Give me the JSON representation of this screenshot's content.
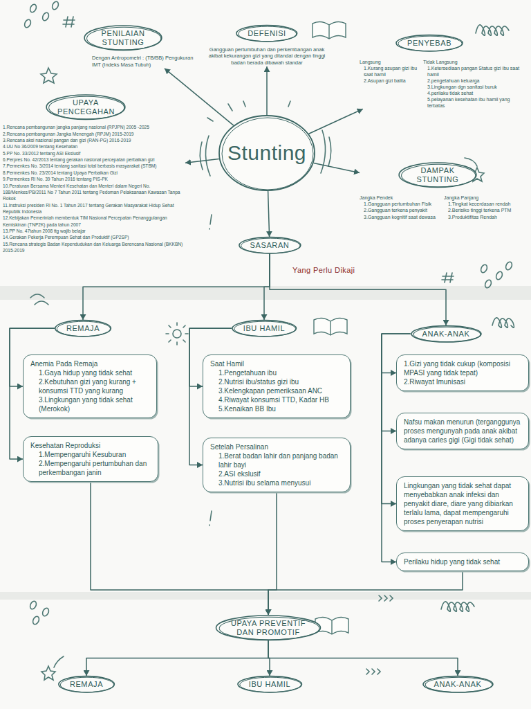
{
  "diagram": {
    "nodes": [
      {
        "text": [
          "Stunting"
        ]
      },
      {
        "text": [
          "PENILAIAN STUNTING",
          "Dengan Antropometri : (TB/BB) Pengukuran IMT (Indeks Masa Tubuh)"
        ]
      },
      {
        "text": [
          "DEFENISI",
          "Gangguan pertumbuhan dan perkembangan anak akibat kekurangan gizi yang ditandai dengan tinggi badan berada dibawah standar"
        ]
      },
      {
        "text": [
          "PENYEBAB",
          "Langsung",
          "1.Kurang asupan gizi ibu saat hamil",
          "2.Asupan gizi balita",
          "Tidak Langsung",
          "1.Ketersediaan pangan Status gizi ibu saat hamil",
          "2.pengetahuan keluarga",
          "3.Lingkungan dgn sanitasi buruk",
          "4.perilaku tidak sehat",
          "5.pelayanan kesehatan ibu hamil yang terbatas"
        ]
      },
      {
        "text": [
          "UPAYA PENCEGAHAN",
          "1.Rencana pembangunan jangka panjang nasional (RPJPN) 2005 -2025",
          "2.Rencana pembangunan Jangka Menengah (RPJM) 2015-2019",
          "3.Rencana aksi nasional pangan dan gizi (RAN-PG) 2016-2019",
          "4.UU No 36/2009 tentang Kesehatan",
          "5.PP No. 33/2012 tentang ASI Ekslusif",
          "6.Perpres No. 42/2013 tentang gerakan nasional percepatan perbaikan gizi",
          "7.Permenkes No. 3/2014 tentang sanitasi total berbasis masyarakat (STBM)",
          "8.Permenkes No. 23/2014 tentang Upaya Perbaikan Gizi",
          "9.Permenkes RI No. 39 Tahun 2016 tentang PIS-PK",
          "10.Peraturan Bersama Menteri Kesehatan dan Menteri dalam Negeri No. 188/Menkes/PB/2011 No 7 Tahun 2011 tentang Pedoman Pelaksanaan Kawasan Tanpa Rokok",
          "11.Instruksi presiden RI No. 1 Tahun 2017 tentang Gerakan Masyarakat Hidup Sehat Republik Indonesia",
          "12.Kebijakan Pemerintah membentuk TIM Nasional Percepatan Penanggulangan Kemiskinan (TNP2K) pada tahun 2007",
          "13.PP No. 47tahun 2008 ttg wajib belajar",
          "14.Gerakan Pekerja Perempuan Sehat dan Produktif (GP2SP)",
          "15.Rencana strategis Badan Kependudukan dan Keluarga Berencana Nasional (BKKBN) 2015-2019"
        ]
      },
      {
        "text": [
          "DAMPAK STUNTING",
          "Jangka Pendek",
          "1.Gangguan pertumbuhan Fisik",
          "2.Gangguan terkena penyakit",
          "3.Gangguan kognitif saat dewasa",
          "Jangka Panjang",
          "1.Tingkat kecerdasan rendah",
          "2.Berisiko tinggi terkena PTM",
          "3.Produktifitas Rendah"
        ]
      },
      {
        "text": [
          "SASARAN"
        ]
      },
      {
        "text": [
          "REMAJA"
        ]
      },
      {
        "text": [
          "IBU HAMIL"
        ]
      },
      {
        "text": [
          "ANAK-ANAK"
        ]
      },
      {
        "text": [
          "Anemia Pada Remaja",
          "1.Gaya hidup yang tidak sehat",
          "2.Kebutuhan gizi yang kurang + konsumsi TTD yang kurang",
          "3.Lingkungan yang tidak sehat (Merokok)"
        ]
      },
      {
        "text": [
          "Kesehatan Reproduksi",
          "1.Mempengaruhi Kesuburan",
          "2.Mempengaruhi pertumbuhan dan perkembangan janin"
        ]
      },
      {
        "text": [
          "Saat Hamil",
          "1.Pengetahuan ibu",
          "2.Nutrisi ibu/status gizi ibu",
          "3.Kelengkapan pemeriksaan ANC",
          "4.Riwayat konsumsi TTD, Kadar HB",
          "5.Kenaikan BB Ibu"
        ]
      },
      {
        "text": [
          "Setelah Persalinan",
          "1.Berat badan lahir dan panjang badan lahir bayi",
          "2.ASI ekslusif",
          "3.Nutrisi ibu selama menyusui"
        ]
      },
      {
        "text": [
          "1.Gizi yang tidak cukup (komposisi MPASI yang tidak tepat)",
          "2.Riwayat Imunisasi"
        ]
      },
      {
        "text": [
          "Nafsu makan menurun (terganggunya proses mengunyah pada anak akibat adanya caries gigi (Gigi tidak sehat)"
        ]
      },
      {
        "text": [
          "Lingkungan yang tidak sehat dapat menyebabkan anak infeksi dan penyakit diare, diare yang dibiarkan terlalu lama, dapat mempengaruhi proses penyerapan nutrisi"
        ]
      },
      {
        "text": [
          "Perilaku hidup yang tidak sehat"
        ]
      },
      {
        "text": [
          "UPAYA PREVENTIF DAN PROMOTIF"
        ]
      },
      {
        "text": [
          "REMAJA"
        ]
      },
      {
        "text": [
          "IBU HAMIL"
        ]
      },
      {
        "text": [
          "ANAK-ANAK"
        ]
      }
    ],
    "edges": [
      {
        "from": 0,
        "to": 1,
        "arrow": "to"
      },
      {
        "from": 0,
        "to": 2,
        "arrow": "to"
      },
      {
        "from": 0,
        "to": 3,
        "arrow": "to"
      },
      {
        "from": 0,
        "to": 4,
        "arrow": "to"
      },
      {
        "from": 0,
        "to": 5,
        "arrow": "to"
      },
      {
        "from": 0,
        "to": 6,
        "arrow": "to"
      },
      {
        "from": 6,
        "to": 7,
        "arrow": "to"
      },
      {
        "from": 6,
        "to": 8,
        "arrow": "to"
      },
      {
        "from": 6,
        "to": 9,
        "arrow": "to"
      },
      {
        "from": 7,
        "to": 10,
        "arrow": "to"
      },
      {
        "from": 7,
        "to": 11,
        "arrow": "to"
      },
      {
        "from": 8,
        "to": 12,
        "arrow": "to"
      },
      {
        "from": 8,
        "to": 13,
        "arrow": "to"
      },
      {
        "from": 9,
        "to": 14,
        "arrow": "to"
      },
      {
        "from": 9,
        "to": 15,
        "arrow": "to"
      },
      {
        "from": 9,
        "to": 16,
        "arrow": "to"
      },
      {
        "from": 9,
        "to": 17,
        "arrow": "to"
      },
      {
        "from": 11,
        "to": 18,
        "arrow": "to"
      },
      {
        "from": 13,
        "to": 18,
        "arrow": "to"
      },
      {
        "from": 17,
        "to": 18,
        "arrow": "to"
      },
      {
        "from": 18,
        "to": 19,
        "arrow": "to"
      },
      {
        "from": 18,
        "to": 20,
        "arrow": "to"
      },
      {
        "from": 18,
        "to": 21,
        "arrow": "to"
      }
    ],
    "labels": [
      "Yang Perlu Dikaji"
    ]
  }
}
